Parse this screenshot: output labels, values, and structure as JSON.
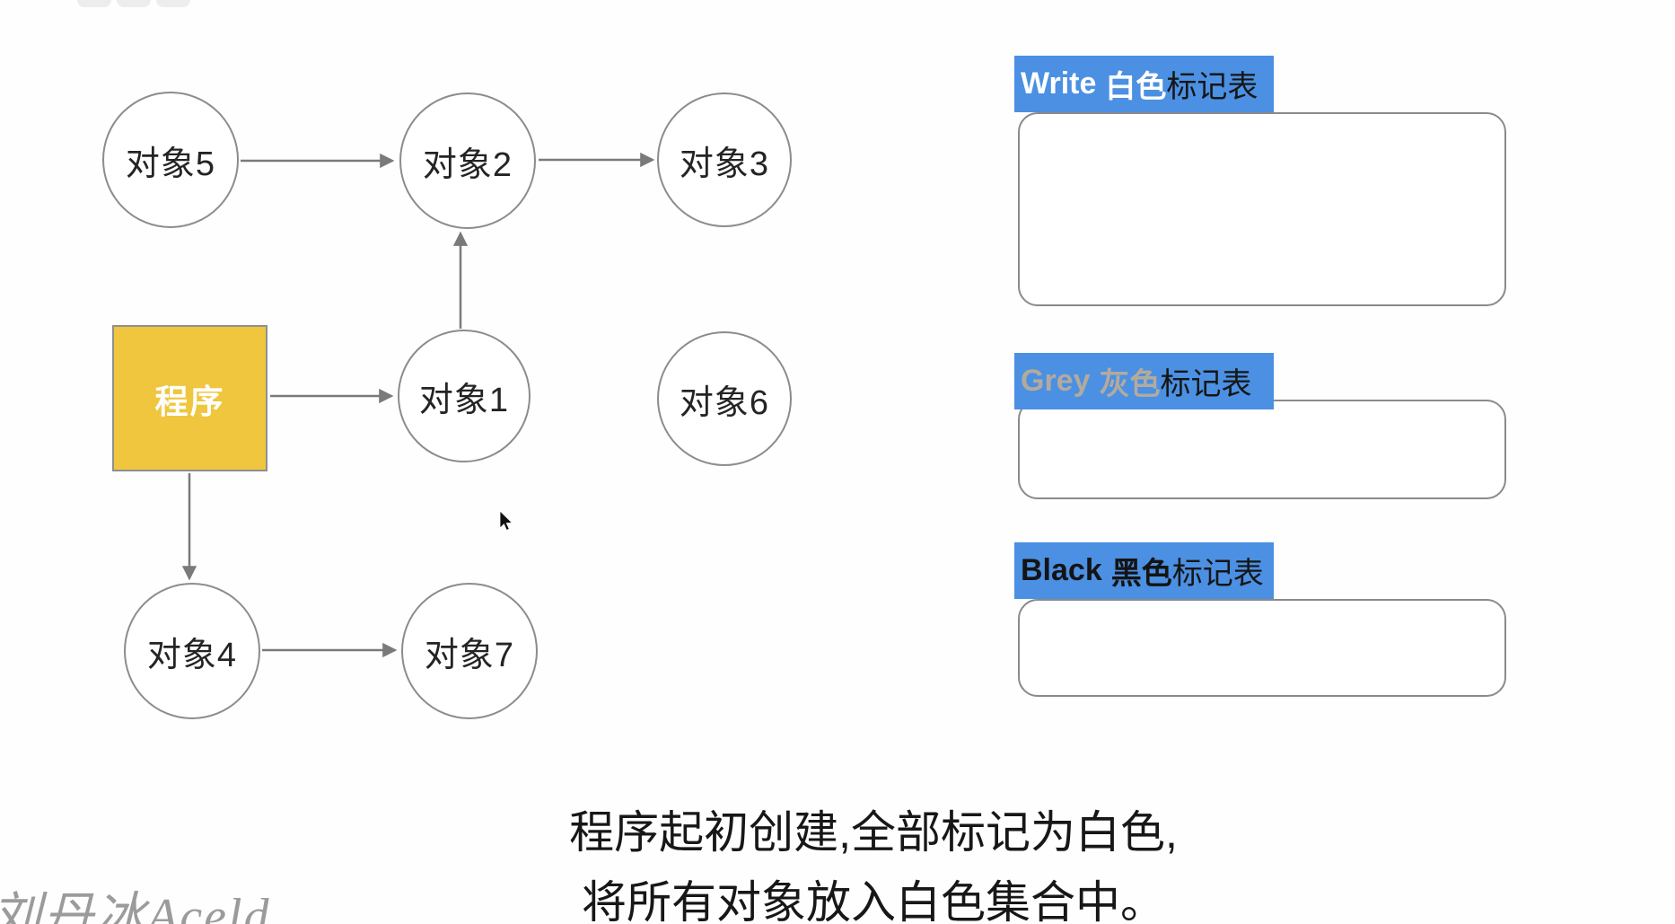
{
  "diagram": {
    "program_node": {
      "label": "程序"
    },
    "nodes": [
      {
        "id": "obj5",
        "label": "对象5"
      },
      {
        "id": "obj2",
        "label": "对象2"
      },
      {
        "id": "obj3",
        "label": "对象3"
      },
      {
        "id": "obj1",
        "label": "对象1"
      },
      {
        "id": "obj6",
        "label": "对象6"
      },
      {
        "id": "obj4",
        "label": "对象4"
      },
      {
        "id": "obj7",
        "label": "对象7"
      }
    ],
    "edges": [
      "对象5→对象2",
      "对象2→对象3",
      "对象1→对象2",
      "程序→对象1",
      "程序→对象4",
      "对象4→对象7"
    ]
  },
  "legend": {
    "items": [
      {
        "id": "white",
        "en": "Write",
        "cn": "白色",
        "suffix": "标记表"
      },
      {
        "id": "grey",
        "en": "Grey",
        "cn": "灰色",
        "suffix": "标记表"
      },
      {
        "id": "black",
        "en": "Black",
        "cn": "黑色",
        "suffix": "标记表"
      }
    ]
  },
  "caption": {
    "line1": "程序起初创建,全部标记为白色,",
    "line2": "将所有对象放入白色集合中。"
  },
  "watermark": "刘丹冰Aceld",
  "colors": {
    "tag_blue": "#4b90e2",
    "program_yellow": "#efc63e",
    "node_border_grey": "#8c8c8c",
    "arrow_grey": "#7a7a7a",
    "grey_label_text": "#b3aa9e"
  }
}
